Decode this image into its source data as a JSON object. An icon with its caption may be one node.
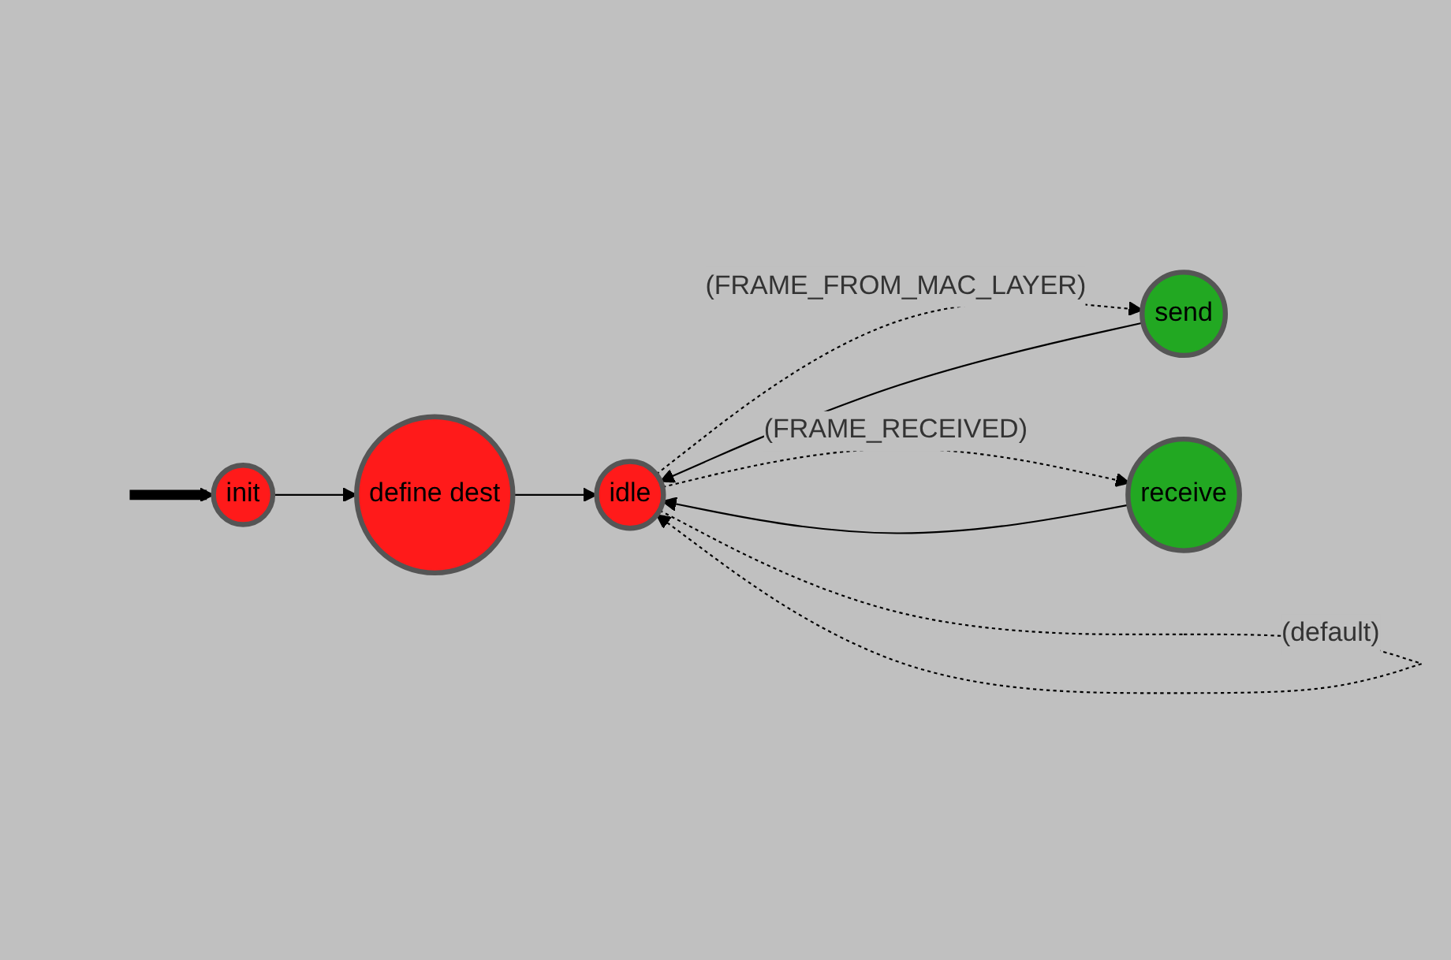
{
  "diagram": {
    "nodes": [
      {
        "text": [
          "init"
        ]
      },
      {
        "text": [
          "define dest"
        ]
      },
      {
        "text": [
          "idle"
        ]
      },
      {
        "text": [
          "send"
        ]
      },
      {
        "text": [
          "receive"
        ]
      }
    ],
    "edges": [
      {
        "from": null,
        "to": 0,
        "arrow": "to",
        "style": "thick"
      },
      {
        "from": 0,
        "to": 1,
        "arrow": "to"
      },
      {
        "from": 1,
        "to": 2,
        "arrow": "to"
      },
      {
        "from": 2,
        "to": 2,
        "arrow": "to",
        "style": "dashed",
        "label": "(default)"
      },
      {
        "from": 2,
        "to": 3,
        "arrow": "to",
        "style": "dashed",
        "label": "(FRAME_FROM_MAC_LAYER)"
      },
      {
        "from": 3,
        "to": 2,
        "arrow": "to"
      },
      {
        "from": 2,
        "to": 4,
        "arrow": "to",
        "style": "dashed",
        "label": "(FRAME_RECEIVED)"
      },
      {
        "from": 4,
        "to": 2,
        "arrow": "to"
      }
    ]
  }
}
